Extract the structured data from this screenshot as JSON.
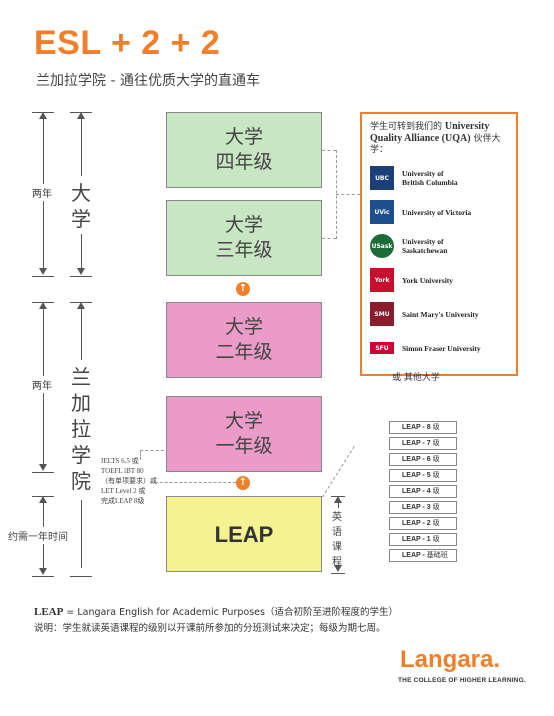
{
  "header": {
    "title": "ESL + 2 + 2",
    "subtitle": "兰加拉学院  -  通往优质大学的直通车"
  },
  "timeline": {
    "upper_years": "两年",
    "upper_chars": [
      "大",
      "学"
    ],
    "lower_years": "两年",
    "lower_chars": [
      "兰",
      "加",
      "拉",
      "学",
      "院"
    ],
    "leap_time": "约需一年时间"
  },
  "boxes": {
    "year4": [
      "大学",
      "四年级"
    ],
    "year3": [
      "大学",
      "三年级"
    ],
    "year2": [
      "大学",
      "二年级"
    ],
    "year1": [
      "大学",
      "一年级"
    ],
    "leap": "LEAP"
  },
  "uqa": {
    "intro": "学生可转到我们的",
    "alliance": "University Quality Alliance (UQA)",
    "partners": "伙伴大学：",
    "universities": [
      {
        "logo": "UBC",
        "name_line1": "University of",
        "name_line2": "British Columbia",
        "color": "#1c3f7a"
      },
      {
        "logo": "UVic",
        "name_line1": "University of Victoria",
        "name_line2": "",
        "color": "#1f4e8c"
      },
      {
        "logo": "USask",
        "name_line1": "University of",
        "name_line2": "Saskatchewan",
        "color": "#1e6b3a"
      },
      {
        "logo": "York",
        "name_line1": "York University",
        "name_line2": "",
        "color": "#c8102e"
      },
      {
        "logo": "SMU",
        "name_line1": "Saint Mary's University",
        "name_line2": "",
        "color": "#8b1c2c"
      },
      {
        "logo": "SFU",
        "name_line1": "Simon Fraser University",
        "name_line2": "",
        "color": "#cc0633"
      }
    ],
    "other": "或  其他大学"
  },
  "requirements": {
    "lines": [
      "IELTS 6.5 或",
      "TOEFL iBT 80",
      "（有单项要求）或",
      "LET Level 2 或",
      "完成LEAP 8级"
    ]
  },
  "english_course": [
    "英",
    "语",
    "课",
    "程"
  ],
  "levels": [
    {
      "code": "LEAP - 8",
      "suffix": "级"
    },
    {
      "code": "LEAP - 7",
      "suffix": "级"
    },
    {
      "code": "LEAP - 6",
      "suffix": "级"
    },
    {
      "code": "LEAP - 5",
      "suffix": "级"
    },
    {
      "code": "LEAP - 4",
      "suffix": "级"
    },
    {
      "code": "LEAP - 3",
      "suffix": "级"
    },
    {
      "code": "LEAP - 2",
      "suffix": "级"
    },
    {
      "code": "LEAP - 1",
      "suffix": "级"
    },
    {
      "code": "LEAP -",
      "suffix": "基础班"
    }
  ],
  "footer": {
    "leap_abbr": "LEAP",
    "leap_def": " = Langara English for Academic Purposes（适合初阶至进阶程度的学生）",
    "note": "说明：学生就读英语课程的级别以开课前所参加的分班测试来决定；每级为期七周。"
  },
  "brand": {
    "name": "Langara.",
    "tagline": "THE COLLEGE OF HIGHER LEARNING."
  },
  "colors": {
    "accent": "#f07f2b",
    "green": "#c9e6c4",
    "pink": "#eb9bc7",
    "yellow": "#f4f291"
  }
}
